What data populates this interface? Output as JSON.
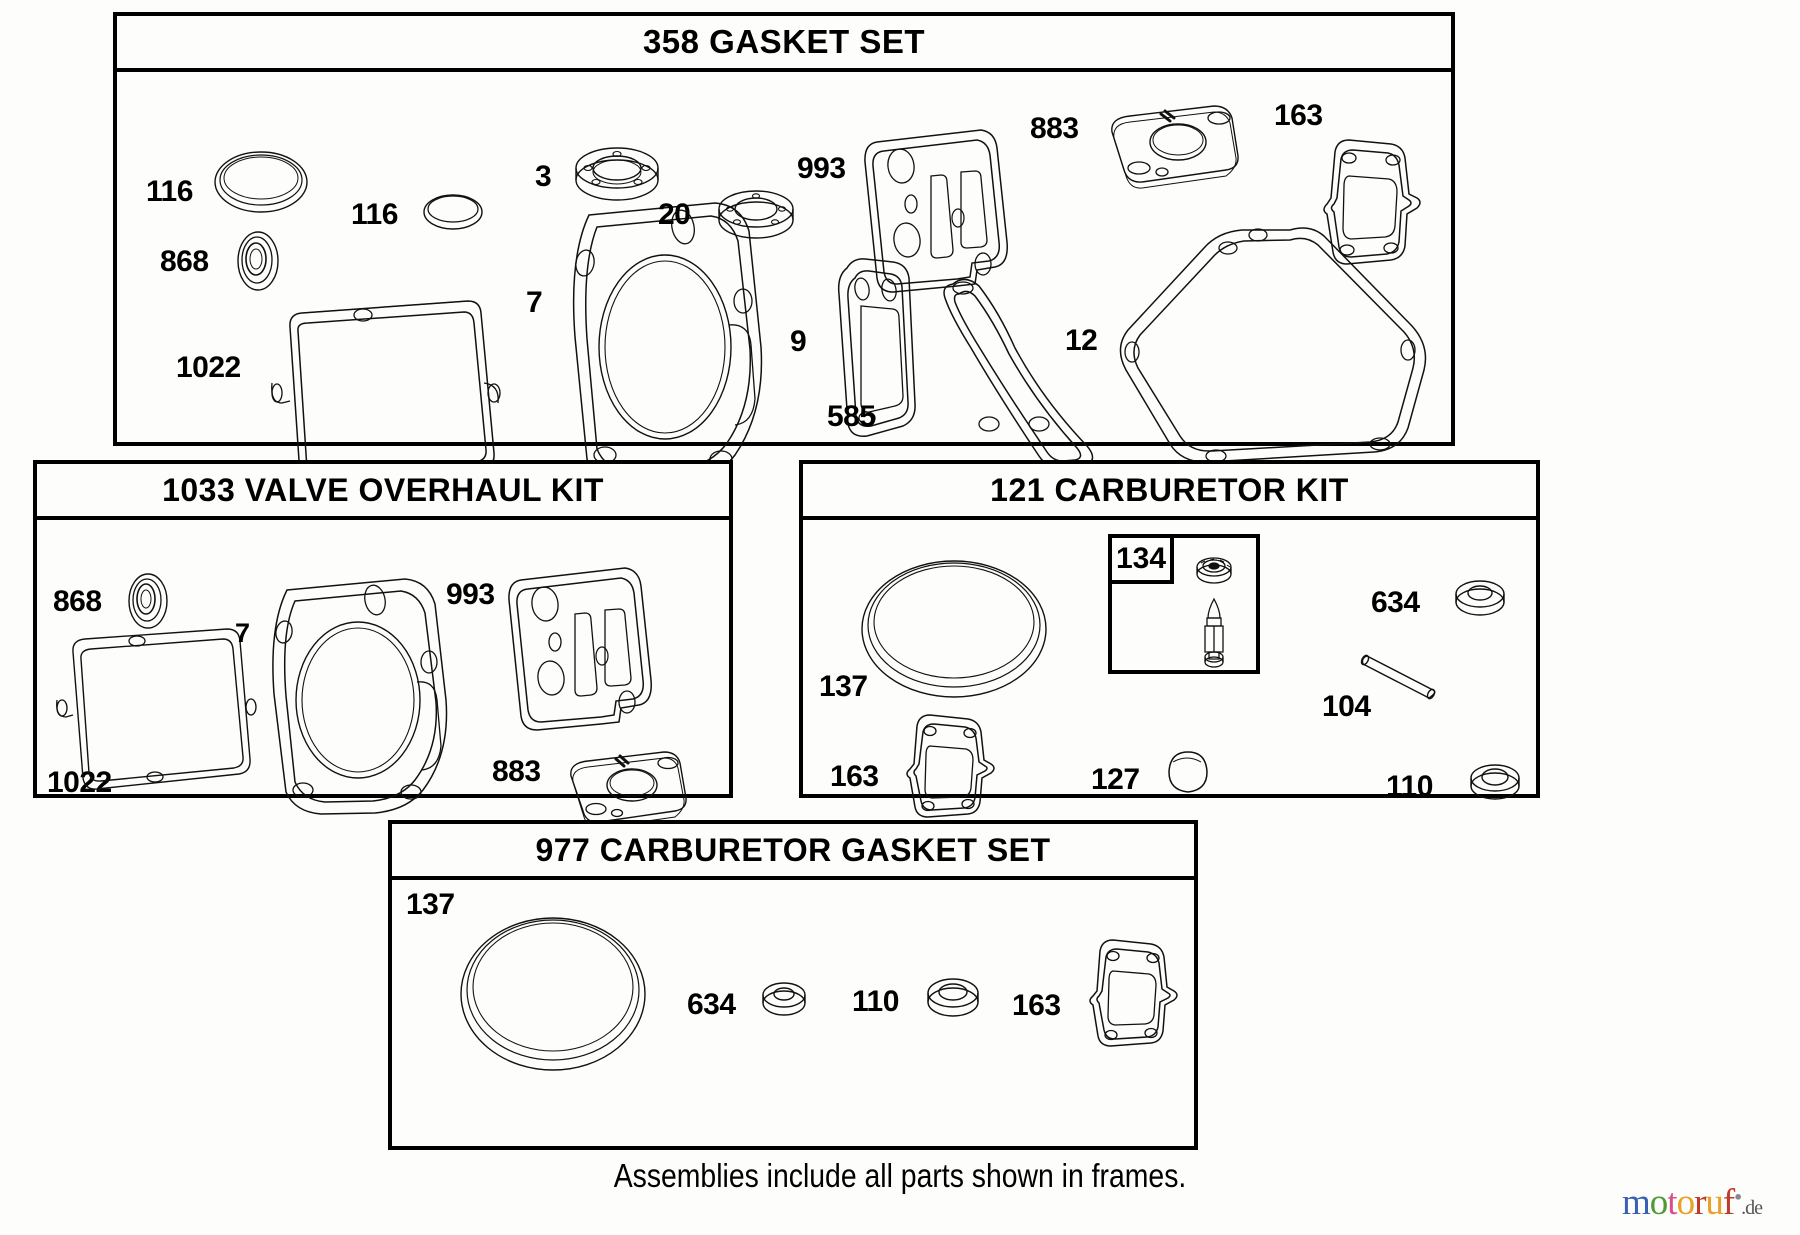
{
  "document": {
    "type": "engine-parts-exploded-diagram",
    "footnote": "Assemblies include all parts shown in frames.",
    "watermark": {
      "text": "motoruf",
      "suffix": ".de"
    }
  },
  "panels": [
    {
      "id": "gasket-set",
      "title": "358 GASKET SET",
      "ref": "358",
      "name": "GASKET SET",
      "parts": [
        {
          "ref": "116",
          "kind": "o-ring-large"
        },
        {
          "ref": "116",
          "kind": "o-ring-small"
        },
        {
          "ref": "868",
          "kind": "seal-ring"
        },
        {
          "ref": "1022",
          "kind": "valve-cover-gasket"
        },
        {
          "ref": "7",
          "kind": "head-gasket"
        },
        {
          "ref": "3",
          "kind": "flange-bushing"
        },
        {
          "ref": "20",
          "kind": "flange-bushing-small"
        },
        {
          "ref": "993",
          "kind": "breather-gasket"
        },
        {
          "ref": "9",
          "kind": "intake-gasket"
        },
        {
          "ref": "585",
          "kind": "sump-strip-gasket"
        },
        {
          "ref": "883",
          "kind": "carburetor-flange-gasket"
        },
        {
          "ref": "163",
          "kind": "air-cleaner-gasket"
        },
        {
          "ref": "12",
          "kind": "crankcase-sump-gasket"
        }
      ]
    },
    {
      "id": "valve-overhaul-kit",
      "title": "1033 VALVE OVERHAUL KIT",
      "ref": "1033",
      "name": "VALVE OVERHAUL KIT",
      "parts": [
        {
          "ref": "868",
          "kind": "seal-ring"
        },
        {
          "ref": "1022",
          "kind": "valve-cover-gasket"
        },
        {
          "ref": "7",
          "kind": "head-gasket"
        },
        {
          "ref": "993",
          "kind": "breather-gasket"
        },
        {
          "ref": "883",
          "kind": "carburetor-flange-gasket"
        }
      ]
    },
    {
      "id": "carburetor-kit",
      "title": "121 CARBURETOR KIT",
      "ref": "121",
      "name": "CARBURETOR KIT",
      "inset": {
        "ref": "134",
        "kind": "float-needle-and-seat"
      },
      "parts": [
        {
          "ref": "137",
          "kind": "bowl-o-ring"
        },
        {
          "ref": "163",
          "kind": "air-cleaner-gasket"
        },
        {
          "ref": "127",
          "kind": "welch-plug"
        },
        {
          "ref": "634",
          "kind": "washer"
        },
        {
          "ref": "104",
          "kind": "float-hinge-pin"
        },
        {
          "ref": "110",
          "kind": "seal-washer"
        }
      ]
    },
    {
      "id": "carburetor-gasket-set",
      "title": "977 CARBURETOR  GASKET SET",
      "ref": "977",
      "name": "CARBURETOR  GASKET SET",
      "parts": [
        {
          "ref": "137",
          "kind": "bowl-o-ring"
        },
        {
          "ref": "634",
          "kind": "washer"
        },
        {
          "ref": "110",
          "kind": "seal-washer"
        },
        {
          "ref": "163",
          "kind": "air-cleaner-gasket"
        }
      ]
    }
  ]
}
